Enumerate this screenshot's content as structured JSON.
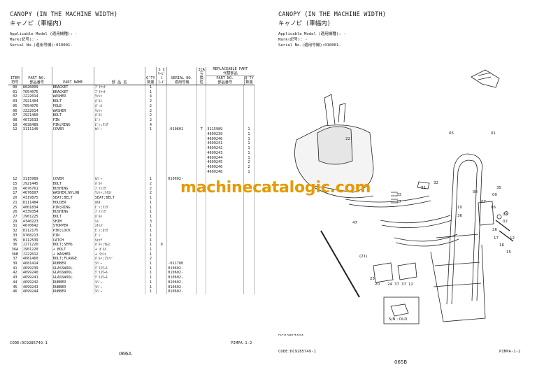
{
  "left": {
    "title_en": "CANOPY (IN THE MACHINE WIDTH)",
    "title_jp": "キャノピ  (車幅内)",
    "applicable_model": "Applicable Model (適用機種): -",
    "mark": "Mark(記号): -",
    "serial_no": "Serial No.(適用号機):010001-",
    "table_headers": {
      "item": "ITEM\n符号",
      "part_no": "PART NO.\n部品番号",
      "part_name": "PART NAME",
      "bu_hin_mei": "部  品  名",
      "qty": "Q'TY\n数量",
      "sc": "S C\nｻｰﾋﾞｽ\nｺｰﾄﾞ",
      "serial": "SERIAL NO.\n適用号機",
      "ica": "ICA\n互換性",
      "replaceable": "REPLACEABLE PART\n代替部品",
      "rep_part_no": "PART NO.\n部品番号",
      "rep_qty": "Q'TY\n数量"
    },
    "rows": [
      {
        "item": "00",
        "part_no": "8026009",
        "name": "BRACKET",
        "jp": "ﾌﾞﾗｹｯﾄ",
        "qty": "1",
        "sc": "",
        "serial": "",
        "ica": "",
        "rp": "",
        "rq": ""
      },
      {
        "item": "01",
        "part_no": "7054075",
        "name": "BRACKET",
        "jp": "ﾌﾞﾗｹｯﾄ",
        "qty": "1",
        "sc": "",
        "serial": "",
        "ica": "",
        "rp": "",
        "rq": ""
      },
      {
        "item": "02",
        "part_no": "J222014",
        "name": "WASHER",
        "jp": "ﾜｯｼｬ",
        "qty": "4",
        "sc": "",
        "serial": "",
        "ica": "",
        "rp": "",
        "rq": ""
      },
      {
        "item": "03",
        "part_no": "J921404",
        "name": "BOLT",
        "jp": "ﾎﾞﾙﾄ",
        "qty": "2",
        "sc": "",
        "serial": "",
        "ica": "",
        "rp": "",
        "rq": ""
      },
      {
        "item": "05",
        "part_no": "7054076",
        "name": "POLE",
        "jp": "ﾎﾟｰﾙ",
        "qty": "2",
        "sc": "",
        "serial": "",
        "ica": "",
        "rp": "",
        "rq": ""
      },
      {
        "item": "06",
        "part_no": "J222014",
        "name": "WASHER",
        "jp": "ﾜｯｼｬ",
        "qty": "2",
        "sc": "",
        "serial": "",
        "ica": "",
        "rp": "",
        "rq": ""
      },
      {
        "item": "07",
        "part_no": "J921460",
        "name": "BOLT",
        "jp": "ﾎﾞﾙﾄ",
        "qty": "2",
        "sc": "",
        "serial": "",
        "ica": "",
        "rp": "",
        "rq": ""
      },
      {
        "item": "08",
        "part_no": "4672633",
        "name": "PIN",
        "jp": "ﾋﾟﾝ",
        "qty": "2",
        "sc": "",
        "serial": "",
        "ica": "",
        "rp": "",
        "rq": ""
      },
      {
        "item": "10",
        "part_no": "4638489",
        "name": "PIN;RING",
        "jp": "ﾋﾟﾝ;ﾘﾝｸﾞ",
        "qty": "4",
        "sc": "",
        "serial": "",
        "ica": "",
        "rp": "",
        "rq": ""
      },
      {
        "item": "12",
        "part_no": "3111140",
        "name": "COVER",
        "jp": "ｶﾊﾞｰ",
        "qty": "1",
        "sc": "",
        "serial": "-010601",
        "ica": "T",
        "rp": "3115989",
        "rq": "1"
      },
      {
        "item": "",
        "part_no": "",
        "name": "",
        "jp": "",
        "qty": "",
        "sc": "",
        "serial": "",
        "ica": "",
        "rp": "4699239",
        "rq": "1"
      },
      {
        "item": "",
        "part_no": "",
        "name": "",
        "jp": "",
        "qty": "",
        "sc": "",
        "serial": "",
        "ica": "",
        "rp": "4699240",
        "rq": "1"
      },
      {
        "item": "",
        "part_no": "",
        "name": "",
        "jp": "",
        "qty": "",
        "sc": "",
        "serial": "",
        "ica": "",
        "rp": "4699241",
        "rq": "1"
      },
      {
        "item": "",
        "part_no": "",
        "name": "",
        "jp": "",
        "qty": "",
        "sc": "",
        "serial": "",
        "ica": "",
        "rp": "4699242",
        "rq": "1"
      },
      {
        "item": "",
        "part_no": "",
        "name": "",
        "jp": "",
        "qty": "",
        "sc": "",
        "serial": "",
        "ica": "",
        "rp": "4699243",
        "rq": "1"
      },
      {
        "item": "",
        "part_no": "",
        "name": "",
        "jp": "",
        "qty": "",
        "sc": "",
        "serial": "",
        "ica": "",
        "rp": "4699244",
        "rq": "1"
      },
      {
        "item": "",
        "part_no": "",
        "name": "",
        "jp": "",
        "qty": "",
        "sc": "",
        "serial": "",
        "ica": "",
        "rp": "4699245",
        "rq": "2"
      },
      {
        "item": "",
        "part_no": "",
        "name": "",
        "jp": "",
        "qty": "",
        "sc": "",
        "serial": "",
        "ica": "",
        "rp": "4699246",
        "rq": "2"
      },
      {
        "item": "",
        "part_no": "",
        "name": "",
        "jp": "",
        "qty": "",
        "sc": "",
        "serial": "",
        "ica": "",
        "rp": "4699248",
        "rq": "1"
      },
      {
        "item": "12",
        "part_no": "3115989",
        "name": "COVER",
        "jp": "ｶﾊﾞｰ",
        "qty": "1",
        "sc": "",
        "serial": "010602-",
        "ica": "",
        "rp": "",
        "rq": ""
      },
      {
        "item": "15",
        "part_no": "J921445",
        "name": "BOLT",
        "jp": "ﾎﾞﾙﾄ",
        "qty": "2",
        "sc": "",
        "serial": "",
        "ica": "",
        "rp": "",
        "rq": ""
      },
      {
        "item": "16",
        "part_no": "4676761",
        "name": "BUSHING",
        "jp": "ﾌﾞｯｼﾝｸﾞ",
        "qty": "2",
        "sc": "",
        "serial": "",
        "ica": "",
        "rp": "",
        "rq": ""
      },
      {
        "item": "17",
        "part_no": "4676897",
        "name": "WASHER;NYLON",
        "jp": "ﾜｯｼｬ;ﾅｲﾛﾝ",
        "qty": "2",
        "sc": "",
        "serial": "",
        "ica": "",
        "rp": "",
        "rq": ""
      },
      {
        "item": "20",
        "part_no": "4319875",
        "name": "SEAT;BELT",
        "jp": "SEAT;BELT",
        "qty": "1",
        "sc": "",
        "serial": "",
        "ica": "",
        "rp": "",
        "rq": ""
      },
      {
        "item": "21",
        "part_no": "8111484",
        "name": "HOLDER",
        "jp": "ﾎﾙﾀﾞ",
        "qty": "1",
        "sc": "",
        "serial": "",
        "ica": "",
        "rp": "",
        "rq": ""
      },
      {
        "item": "25",
        "part_no": "4001834",
        "name": "PIN;RING",
        "jp": "ﾋﾟﾝ;ﾘﾝｸﾞ",
        "qty": "1",
        "sc": "",
        "serial": "",
        "ica": "",
        "rp": "",
        "rq": ""
      },
      {
        "item": "26",
        "part_no": "4339354",
        "name": "BUSHING",
        "jp": "ﾌﾞｯｼﾝｸﾞ",
        "qty": "1",
        "sc": "",
        "serial": "",
        "ica": "",
        "rp": "",
        "rq": ""
      },
      {
        "item": "27",
        "part_no": "J901225",
        "name": "BOLT",
        "jp": "ﾎﾞﾙﾄ",
        "qty": "1",
        "sc": "",
        "serial": "",
        "ica": "",
        "rp": "",
        "rq": ""
      },
      {
        "item": "29",
        "part_no": "4340223",
        "name": "SHIM",
        "jp": "ｼﾑ",
        "qty": "3",
        "sc": "",
        "serial": "",
        "ica": "",
        "rp": "",
        "rq": ""
      },
      {
        "item": "31",
        "part_no": "4670642",
        "name": "STOPPER",
        "jp": "ｽﾄｯﾊﾟ",
        "qty": "1",
        "sc": "",
        "serial": "",
        "ica": "",
        "rp": "",
        "rq": ""
      },
      {
        "item": "32",
        "part_no": "8112175",
        "name": "PIN;LOCK",
        "jp": "ﾋﾟﾝ;ﾛｯｸ",
        "qty": "1",
        "sc": "",
        "serial": "",
        "ica": "",
        "rp": "",
        "rq": ""
      },
      {
        "item": "33",
        "part_no": "9768213",
        "name": "PIN",
        "jp": "ﾋﾟﾝ",
        "qty": "1",
        "sc": "",
        "serial": "",
        "ica": "",
        "rp": "",
        "rq": ""
      },
      {
        "item": "35",
        "part_no": "8112539",
        "name": "CATCH",
        "jp": "ｷｬｯﾁ",
        "qty": "1",
        "sc": "",
        "serial": "",
        "ica": "",
        "rp": "",
        "rq": ""
      },
      {
        "item": "36",
        "part_no": "J271220",
        "name": "BOLT;SEMS",
        "jp": "ﾎﾞﾙﾄ;ｾﾑｽ",
        "qty": "1",
        "sc": "D",
        "serial": "",
        "ica": "",
        "rp": "",
        "rq": ""
      },
      {
        "item": "36A",
        "part_no": "J901220",
        "name": "+ BOLT",
        "jp": "+ ﾎﾞﾙﾄ",
        "qty": "1",
        "sc": "",
        "serial": "",
        "ica": "",
        "rp": "",
        "rq": ""
      },
      {
        "item": "36B",
        "part_no": "J222012",
        "name": "+ WASHER",
        "jp": "+ ﾜｯｼｬ",
        "qty": "1",
        "sc": "",
        "serial": "",
        "ica": "",
        "rp": "",
        "rq": ""
      },
      {
        "item": "37",
        "part_no": "4681460",
        "name": "BOLT;FLANGE",
        "jp": "ﾎﾞﾙﾄ;ﾌﾗﾝｼﾞ",
        "qty": "2",
        "sc": "",
        "serial": "",
        "ica": "",
        "rp": "",
        "rq": ""
      },
      {
        "item": "39",
        "part_no": "4681414",
        "name": "RUBBER",
        "jp": "ﾗﾊﾞｰ",
        "qty": "1",
        "sc": "",
        "serial": "-011780",
        "ica": "",
        "rp": "",
        "rq": ""
      },
      {
        "item": "41",
        "part_no": "4699239",
        "name": "GLASSWOOL",
        "jp": "ｸﾞﾗｽｳｰﾙ",
        "qty": "1",
        "sc": "",
        "serial": "010602-",
        "ica": "",
        "rp": "",
        "rq": ""
      },
      {
        "item": "42",
        "part_no": "4699240",
        "name": "GLASSWOOL",
        "jp": "ｸﾞﾗｽｳｰﾙ",
        "qty": "1",
        "sc": "",
        "serial": "010602-",
        "ica": "",
        "rp": "",
        "rq": ""
      },
      {
        "item": "43",
        "part_no": "4699241",
        "name": "GLASSWOOL",
        "jp": "ｸﾞﾗｽｳｰﾙ",
        "qty": "1",
        "sc": "",
        "serial": "010602-",
        "ica": "",
        "rp": "",
        "rq": ""
      },
      {
        "item": "44",
        "part_no": "4699242",
        "name": "RUBBER",
        "jp": "ﾗﾊﾞｰ",
        "qty": "1",
        "sc": "",
        "serial": "010602-",
        "ica": "",
        "rp": "",
        "rq": ""
      },
      {
        "item": "45",
        "part_no": "4699243",
        "name": "RUBBER",
        "jp": "ﾗﾊﾞｰ",
        "qty": "1",
        "sc": "",
        "serial": "010602-",
        "ica": "",
        "rp": "",
        "rq": ""
      },
      {
        "item": "46",
        "part_no": "4699244",
        "name": "RUBBER",
        "jp": "ﾗﾊﾞｰ",
        "qty": "1",
        "sc": "",
        "serial": "010602-",
        "ica": "",
        "rp": "",
        "rq": ""
      }
    ],
    "code": "CODE:DC9285749-1",
    "pimpa": "PIMPA-1-2",
    "page_no": "066A"
  },
  "right": {
    "title_en": "CANOPY (IN THE MACHINE WIDTH)",
    "title_jp": "キャノピ  (車幅内)",
    "applicable_model": "Applicable Model (適用機種): -",
    "mark": "Mark(記号): -",
    "serial_no": "Serial No.(適用号機):010001-",
    "diagram_id": "DC9285749A",
    "sn_old": "S/N : OLD",
    "callouts": [
      "22",
      "05",
      "01",
      "32",
      "35",
      "00",
      "31",
      "10",
      "08",
      "07",
      "06",
      "33",
      "27",
      "03",
      "02",
      "12",
      "47",
      "(21)",
      "20",
      "24",
      "37",
      "37",
      "12",
      "25",
      "36",
      "26",
      "17",
      "16",
      "15"
    ],
    "code": "CODE:DC9285749-1",
    "pimpa": "PIMPA-1-2",
    "page_no": "065B"
  },
  "watermark": "machinecatalogic.com"
}
